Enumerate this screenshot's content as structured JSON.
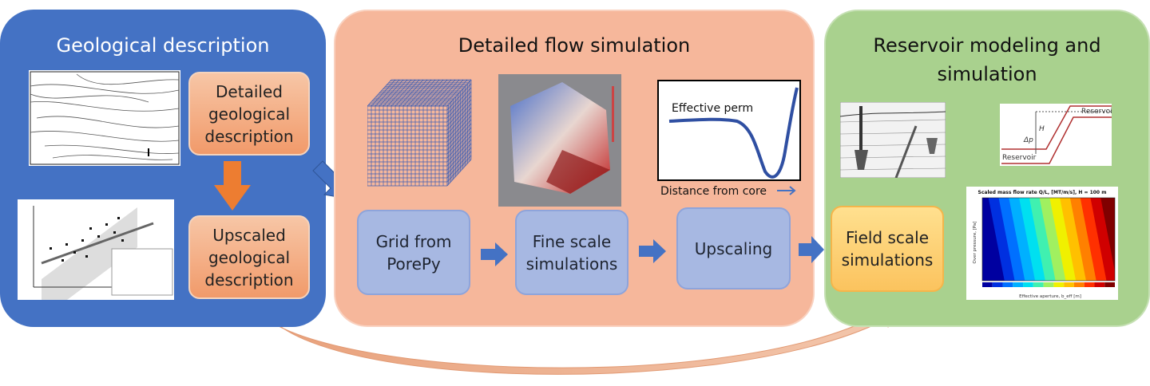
{
  "panels": {
    "geological": {
      "title": "Geological description",
      "color": "#4472c4",
      "boxes": {
        "detailed": "Detailed geological description",
        "upscaled": "Upscaled geological description"
      }
    },
    "flow": {
      "title": "Detailed flow simulation",
      "color": "#f6b79b",
      "boxes": {
        "grid": "Grid from PorePy",
        "fine": "Fine scale simulations",
        "upscaling": "Upscaling"
      },
      "perm_plot": {
        "label": "Effective perm",
        "xlabel": "Distance from core"
      }
    },
    "reservoir": {
      "title_line1": "Reservoir modeling and",
      "title_line2": "simulation",
      "color": "#a9d18e",
      "boxes": {
        "field": "Field scale simulations"
      },
      "fault_diagram": {
        "top_label": "Reservoir",
        "bottom_label": "Reservoir",
        "h_label": "H",
        "dp_label": "Δp"
      },
      "contour_plot": {
        "title": "Scaled mass flow rate Q/L, [MT/m/s], H = 100 m",
        "xlabel": "Effective aperture, b_eff [m]",
        "ylabel": "Over pressure, [Pa]"
      }
    }
  },
  "colors": {
    "arrow_orange": "#ed7d31",
    "arrow_blue": "#4472c4",
    "box_orange": "#f4b183",
    "box_blue": "#a7b8e2",
    "box_yellow": "#ffd67a"
  }
}
